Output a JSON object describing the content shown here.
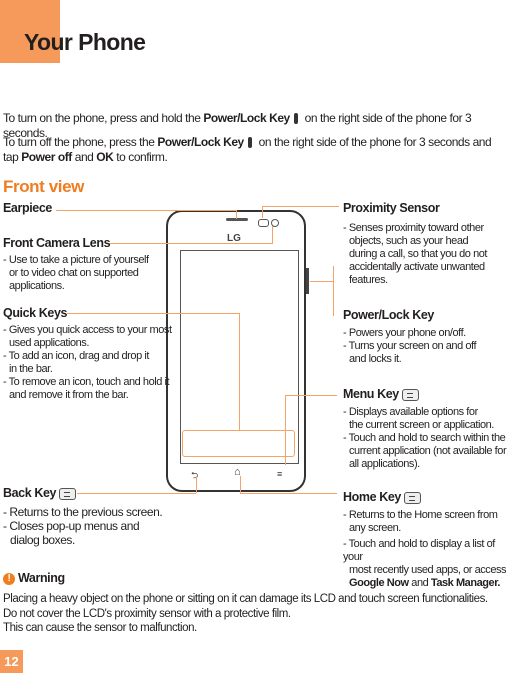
{
  "page": {
    "title": "Your Phone",
    "number": "12"
  },
  "intro": {
    "on_1": "To turn on the phone, press and hold the ",
    "on_key": "Power/Lock Key",
    "on_2": " on the right side of the phone for 3 seconds.",
    "off_1": "To turn off the phone, press the ",
    "off_key": "Power/Lock Key",
    "off_2": " on the right side of the phone for 3 seconds and tap ",
    "off_bold1": "Power off",
    "off_and": " and ",
    "off_bold2": "OK",
    "off_3": " to confirm."
  },
  "section_title": "Front view",
  "phone": {
    "brand": "LG"
  },
  "labels": {
    "earpiece": "Earpiece",
    "front_camera": {
      "title": "Front Camera Lens",
      "lines": [
        "- Use to take a picture of yourself",
        "or to video chat on supported",
        "applications."
      ]
    },
    "quick_keys": {
      "title": "Quick Keys",
      "items": [
        [
          "- Gives you quick access to your most",
          "used applications."
        ],
        [
          "- To add an icon, drag and drop it",
          "in the bar."
        ],
        [
          "- To remove an icon, touch and hold it",
          "and remove it from the bar."
        ]
      ]
    },
    "back_key": {
      "title": "Back Key",
      "items": [
        [
          "- Returns to the previous screen."
        ],
        [
          "- Closes pop-up menus and",
          "dialog boxes."
        ]
      ]
    },
    "proximity": {
      "title": "Proximity Sensor",
      "lines": [
        "- Senses proximity toward other",
        "objects, such as your head",
        "during a call, so that you do not",
        "accidentally activate unwanted",
        "features."
      ]
    },
    "power_lock": {
      "title": "Power/Lock Key",
      "items": [
        [
          "- Powers your phone on/off."
        ],
        [
          "- Turns your screen on and off",
          "and locks it."
        ]
      ]
    },
    "menu_key": {
      "title": "Menu Key",
      "items": [
        [
          "- Displays available options for",
          "the current screen or application."
        ],
        [
          "- Touch and hold to search within the",
          "current application (not available for",
          "all applications)."
        ]
      ]
    },
    "home_key": {
      "title": "Home Key",
      "items": [
        [
          "- Returns to the Home screen from",
          "any screen."
        ],
        [
          "- Touch and hold to display a list of your",
          "most recently used apps, or access"
        ]
      ],
      "last_bold1": "Google Now",
      "last_and": " and ",
      "last_bold2": "Task Manager."
    }
  },
  "warning": {
    "title": "Warning",
    "lines": [
      "Placing a heavy object on the phone or sitting on it can damage its LCD and touch screen functionalities.",
      "Do not cover the LCD's proximity sensor with a protective film.",
      "This can cause the sensor to malfunction."
    ]
  },
  "colors": {
    "accent": "#f07d1f",
    "tab": "#f59a5a",
    "leader": "#f4a46a"
  }
}
